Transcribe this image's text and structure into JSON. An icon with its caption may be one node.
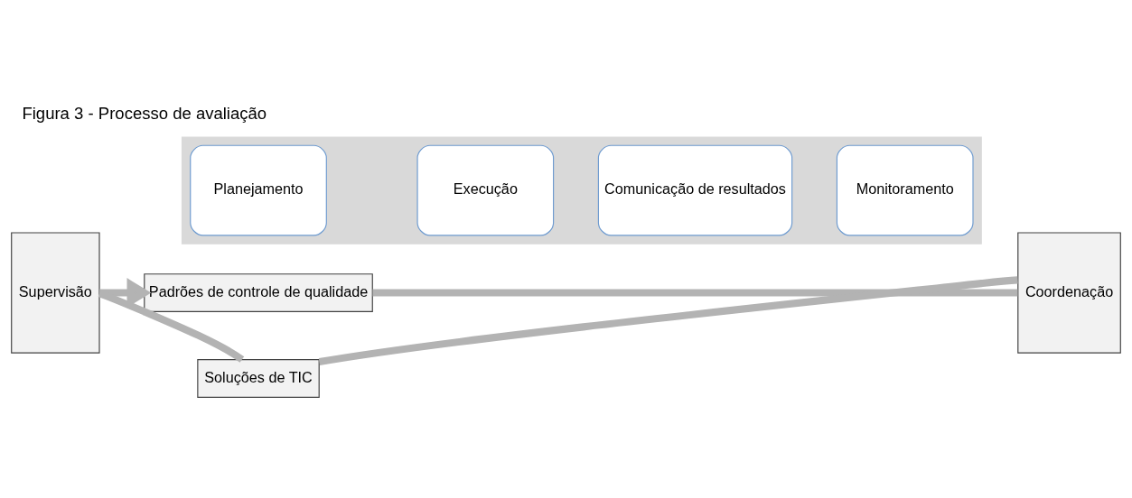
{
  "diagram": {
    "title": "Figura 3 - Processo de avaliação",
    "nodes": [
      {
        "text": [
          "Padrões de controle de qualidade"
        ]
      },
      {
        "text": [
          "Supervisão"
        ]
      },
      {
        "text": [],
        "shape": "arrow"
      },
      {
        "text": [
          "Planejamento"
        ],
        "in": 2
      },
      {
        "text": [
          "Execução"
        ],
        "in": 2
      },
      {
        "text": [
          "Comunicação de resultados"
        ],
        "in": 2
      },
      {
        "text": [
          "Monitoramento"
        ],
        "in": 2
      },
      {
        "text": [
          "Coordenação"
        ]
      },
      {
        "text": [
          "Soluções de TIC"
        ]
      }
    ],
    "edges": [
      {
        "from": 1,
        "to": 0,
        "arrow": "to"
      },
      {
        "from": 0,
        "to": 7,
        "arrow": "none"
      },
      {
        "from": 7,
        "to": 8,
        "arrow": "none"
      },
      {
        "from": 8,
        "to": 1,
        "arrow": "none"
      }
    ]
  }
}
